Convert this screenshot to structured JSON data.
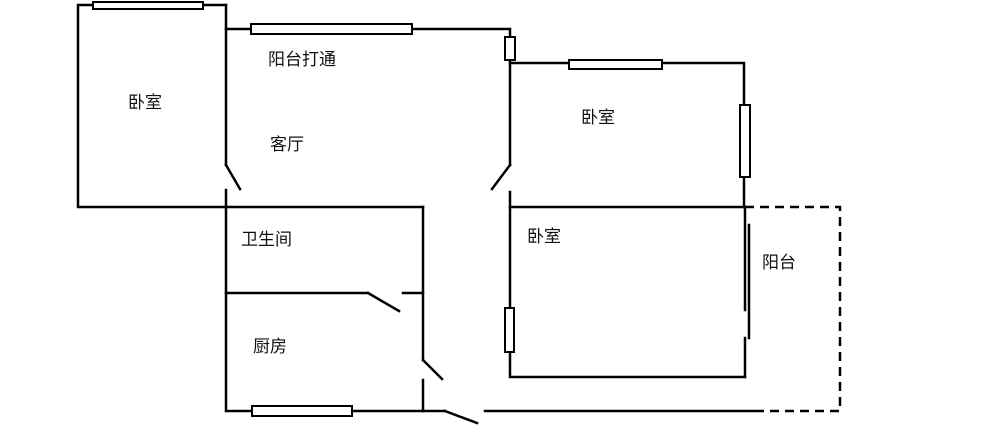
{
  "rooms": {
    "bedroom_left": "卧室",
    "balcony_opened": "阳台打通",
    "living_room": "客厅",
    "bedroom_right_top": "卧室",
    "bedroom_right_bottom": "卧室",
    "balcony": "阳台",
    "bathroom": "卫生间",
    "kitchen": "厨房"
  },
  "colors": {
    "wall": "#000000",
    "background": "#ffffff"
  }
}
